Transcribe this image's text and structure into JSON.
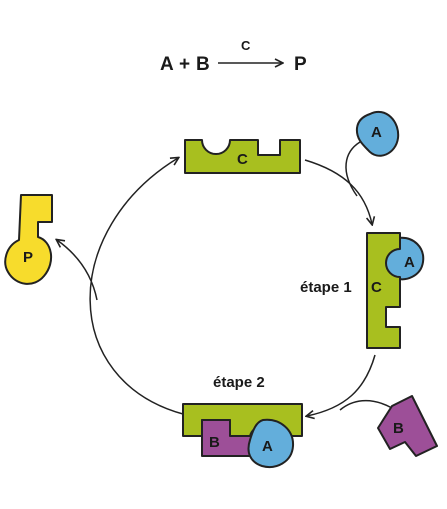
{
  "equation": {
    "reactant_a": "A",
    "plus": "+",
    "reactant_b": "B",
    "catalyst": "C",
    "product": "P"
  },
  "cycle": {
    "step1_label": "étape 1",
    "step2_label": "étape 2"
  },
  "molecules": {
    "a_label": "A",
    "b_label": "B",
    "c_label": "C",
    "p_label": "P"
  },
  "colors": {
    "catalyst": "#a8bf1f",
    "molecule_a": "#63aedb",
    "molecule_b": "#9d4f98",
    "product": "#f7dc2c",
    "arrow": "#222222"
  }
}
